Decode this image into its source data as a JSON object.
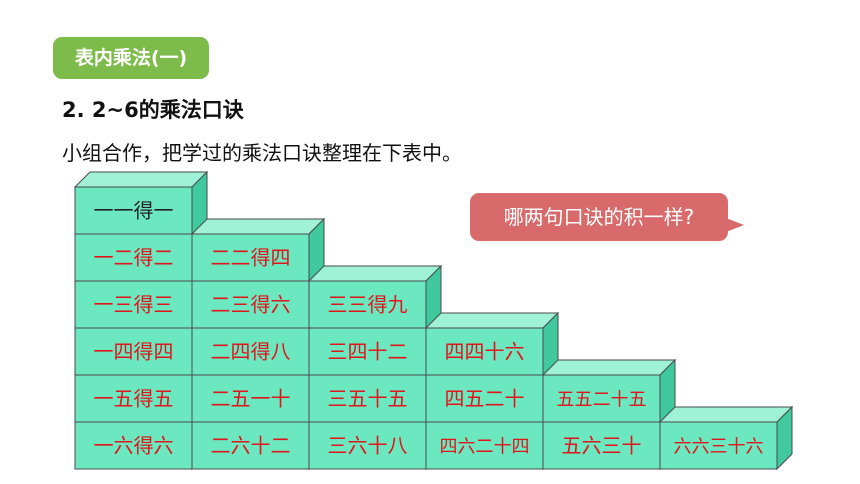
{
  "badge": {
    "label": "表内乘法(一)"
  },
  "heading": {
    "text": "2. 2~6的乘法口诀"
  },
  "subtitle": {
    "text": "小组合作，把学过的乘法口诀整理在下表中。"
  },
  "bubble": {
    "text": "哪两句口诀的积一样?"
  },
  "colors": {
    "badge": "#7dbb4a",
    "bubble": "#d96a6b",
    "block_front": "#6ce8c0",
    "block_top": "#9ff2d6",
    "block_side": "#3fc99c",
    "block_border": "#4a4a4a",
    "text_red": "#e0141b",
    "text_dark": "#222222"
  },
  "columns": [
    {
      "cells": [
        {
          "text": "一一得一",
          "color": "dark"
        },
        {
          "text": "一二得二",
          "color": "red"
        },
        {
          "text": "一三得三",
          "color": "red"
        },
        {
          "text": "一四得四",
          "color": "red"
        },
        {
          "text": "一五得五",
          "color": "red"
        },
        {
          "text": "一六得六",
          "color": "red"
        }
      ]
    },
    {
      "cells": [
        {
          "text": "二二得四",
          "color": "red"
        },
        {
          "text": "二三得六",
          "color": "red"
        },
        {
          "text": "二四得八",
          "color": "red"
        },
        {
          "text": "二五一十",
          "color": "red"
        },
        {
          "text": "二六十二",
          "color": "red"
        }
      ]
    },
    {
      "cells": [
        {
          "text": "三三得九",
          "color": "red"
        },
        {
          "text": "三四十二",
          "color": "red"
        },
        {
          "text": "三五十五",
          "color": "red"
        },
        {
          "text": "三六十八",
          "color": "red"
        }
      ]
    },
    {
      "cells": [
        {
          "text": "四四十六",
          "color": "red"
        },
        {
          "text": "四五二十",
          "color": "red"
        },
        {
          "text": "四六二十四",
          "color": "red"
        }
      ]
    },
    {
      "cells": [
        {
          "text": "五五二十五",
          "color": "red"
        },
        {
          "text": "五六三十",
          "color": "red"
        }
      ]
    },
    {
      "cells": [
        {
          "text": "六六三十六",
          "color": "red"
        }
      ]
    }
  ]
}
